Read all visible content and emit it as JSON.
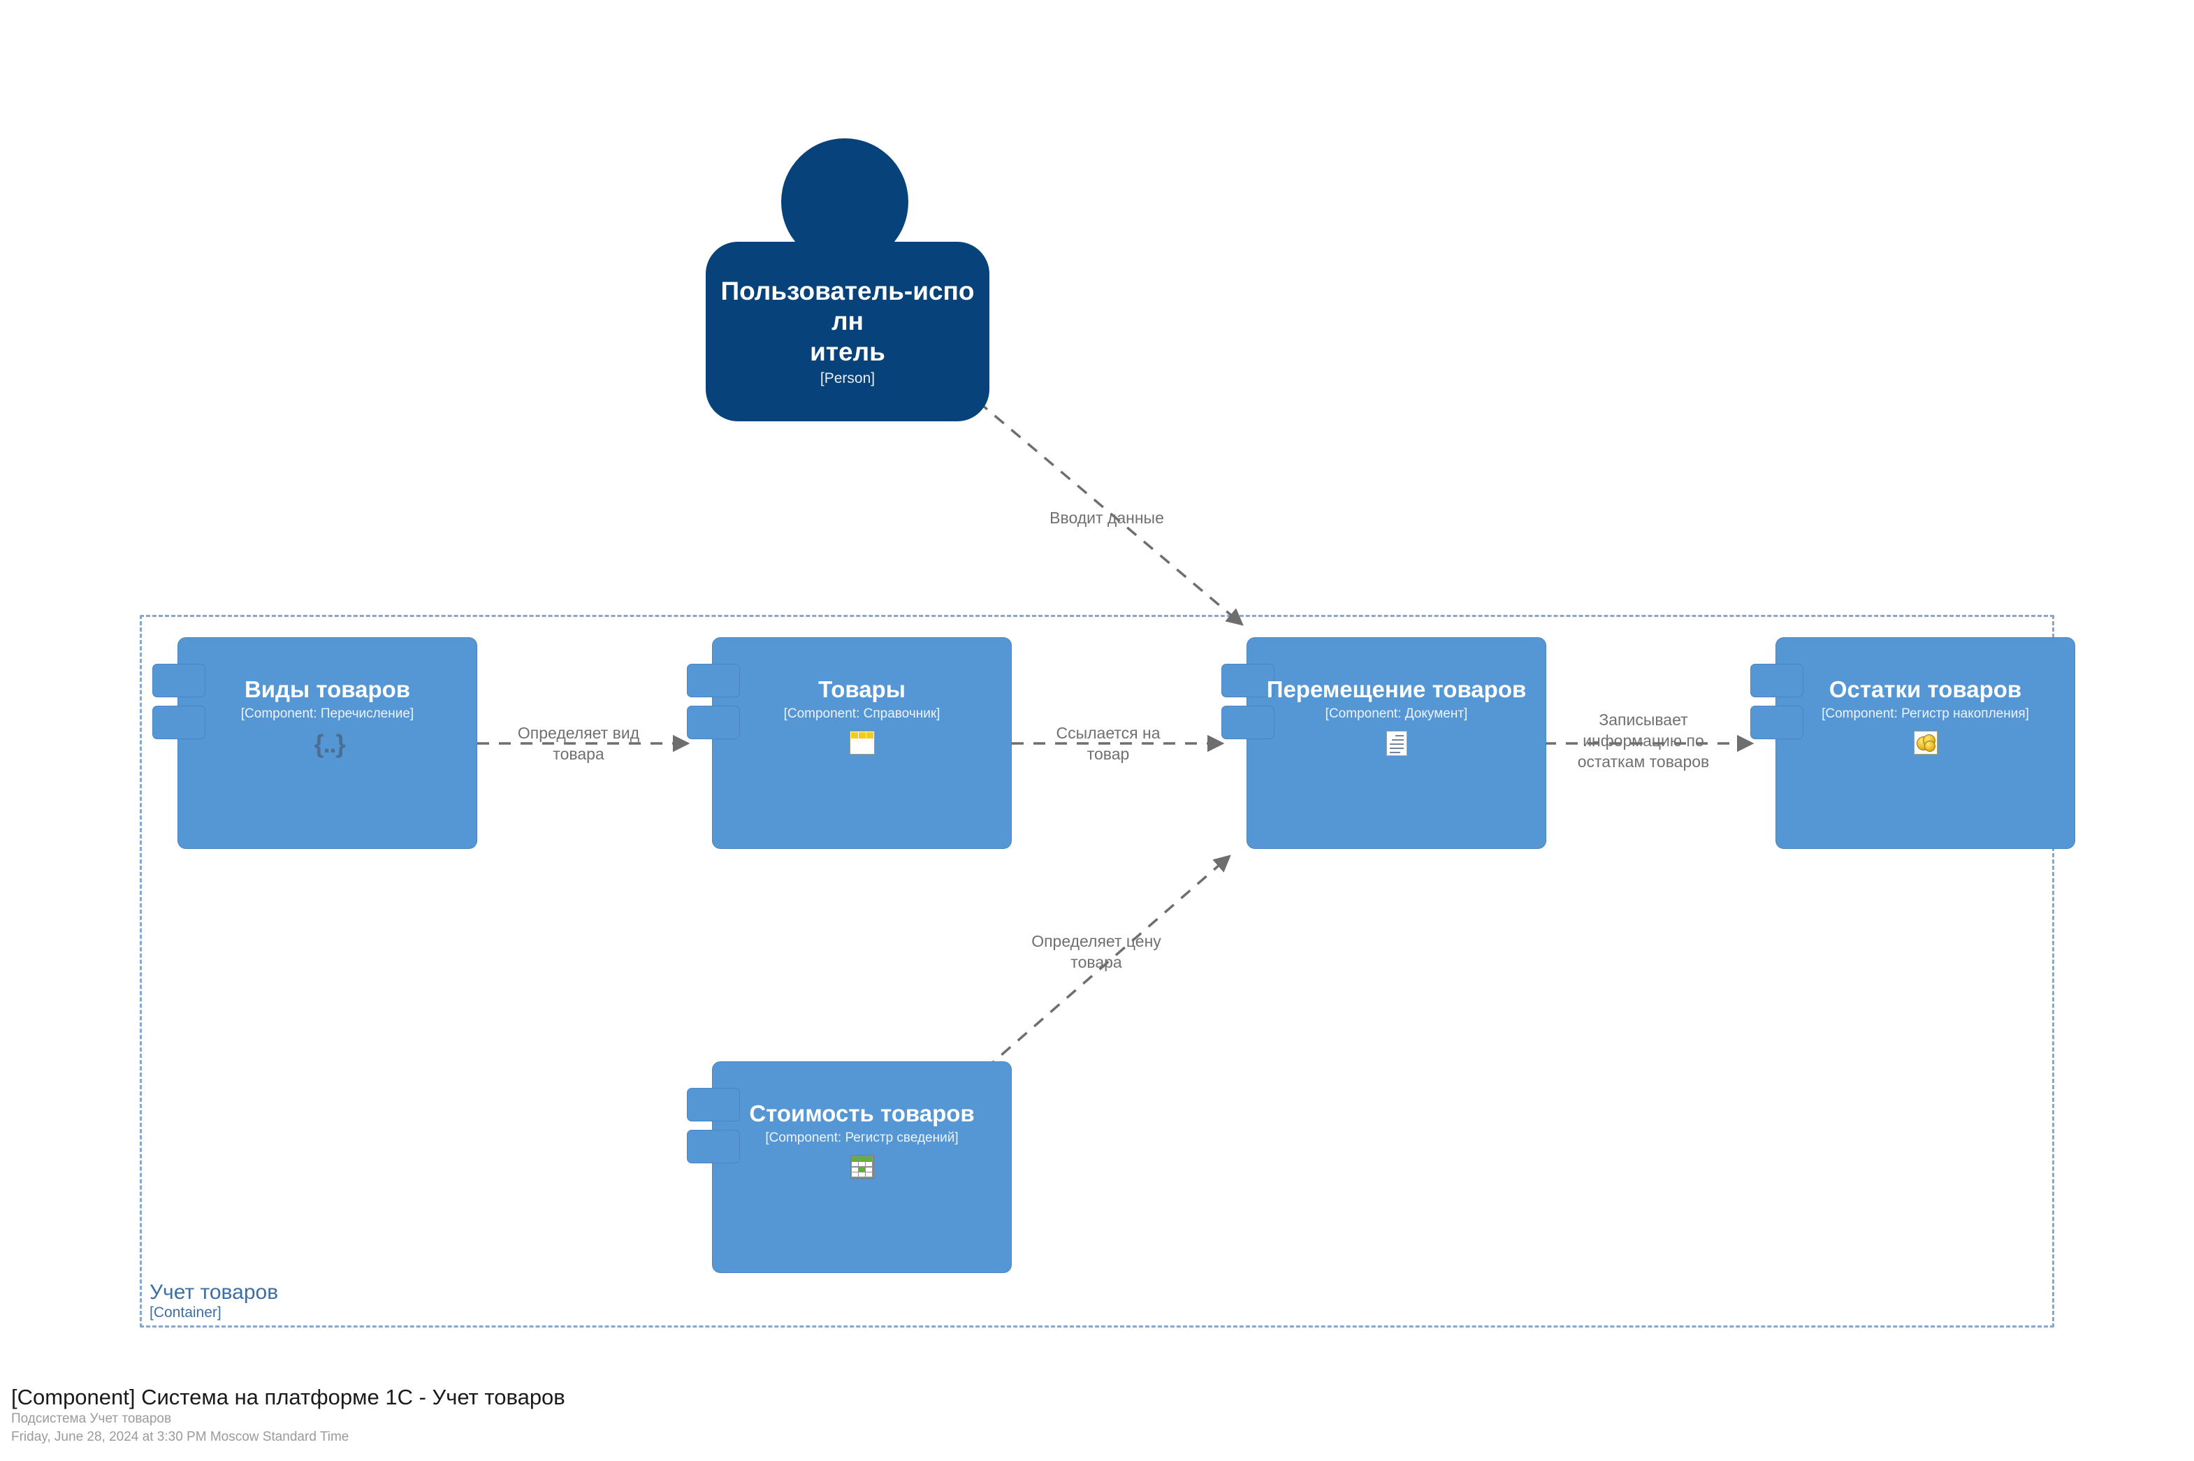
{
  "diagram": {
    "type": "c4-component",
    "boundary": {
      "name": "Учет товаров",
      "type_label": "[Container]",
      "color": "#85a8cc"
    },
    "person": {
      "name": "Пользователь-исполнитель",
      "name_line1": "Пользователь-исполн",
      "name_line2": "итель",
      "type_label": "[Person]",
      "color": "#08427b",
      "icon": "person-icon"
    },
    "components": [
      {
        "id": "vidy-tovarov",
        "name": "Виды товаров",
        "type_label": "[Component: Перечисление]",
        "icon": "enum-braces-icon",
        "icon_kind": "enum",
        "color": "#5596d4"
      },
      {
        "id": "tovary",
        "name": "Товары",
        "type_label": "[Component: Справочник]",
        "icon": "catalog-table-icon",
        "icon_kind": "catalog",
        "color": "#5596d4"
      },
      {
        "id": "peremeshchenie-tovarov",
        "name": "Перемещение товаров",
        "type_label": "[Component: Документ]",
        "icon": "document-icon",
        "icon_kind": "document",
        "color": "#5596d4"
      },
      {
        "id": "ostatki-tovarov",
        "name": "Остатки товаров",
        "type_label": "[Component: Регистр накопления]",
        "icon": "gold-coins-icon",
        "icon_kind": "coins",
        "color": "#5596d4"
      },
      {
        "id": "stoimost-tovarov",
        "name": "Стоимость товаров",
        "type_label": "[Component: Регистр сведений]",
        "icon": "green-grid-icon",
        "icon_kind": "grid",
        "color": "#5596d4"
      }
    ],
    "relationships": [
      {
        "id": "vvodit-dannye",
        "from": "Пользователь-исполнитель",
        "to": "Перемещение товаров",
        "label": "Вводит данные"
      },
      {
        "id": "opredelyaet-vid-tovara",
        "from": "Виды товаров",
        "to": "Товары",
        "label": "Определяет вид\nтовара"
      },
      {
        "id": "ssylaetsya-na-tovar",
        "from": "Товары",
        "to": "Перемещение товаров",
        "label": "Ссылается на\nтовар"
      },
      {
        "id": "zapisyvaet-informatsiyu",
        "from": "Перемещение товаров",
        "to": "Остатки товаров",
        "label": "Записывает\nинформацию по\nостаткам товаров"
      },
      {
        "id": "opredelyaet-tsenu-tovara",
        "from": "Стоимость товаров",
        "to": "Перемещение товаров",
        "label": "Определяет цену\nтовара"
      }
    ]
  },
  "footer": {
    "title": "[Component] Система на платформе 1С - Учет товаров",
    "subtitle": "Подсистема Учет товаров",
    "timestamp": "Friday, June 28, 2024 at 3:30 PM Moscow Standard Time"
  }
}
